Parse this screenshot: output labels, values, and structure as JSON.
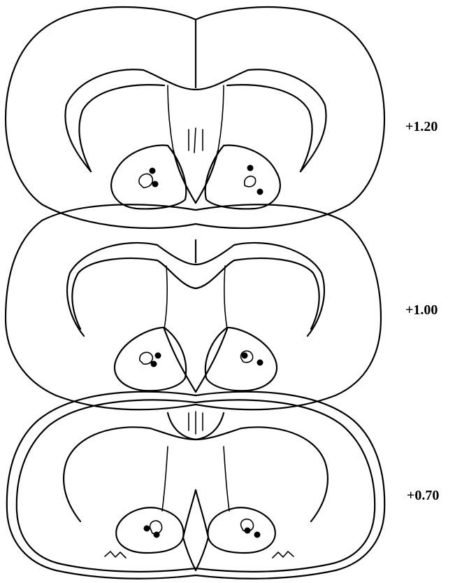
{
  "sections": [
    {
      "label": "+1.20"
    },
    {
      "label": "+1.00"
    },
    {
      "label": "+0.70"
    }
  ],
  "colors": {
    "ink": "#000000",
    "paper": "#ffffff"
  }
}
